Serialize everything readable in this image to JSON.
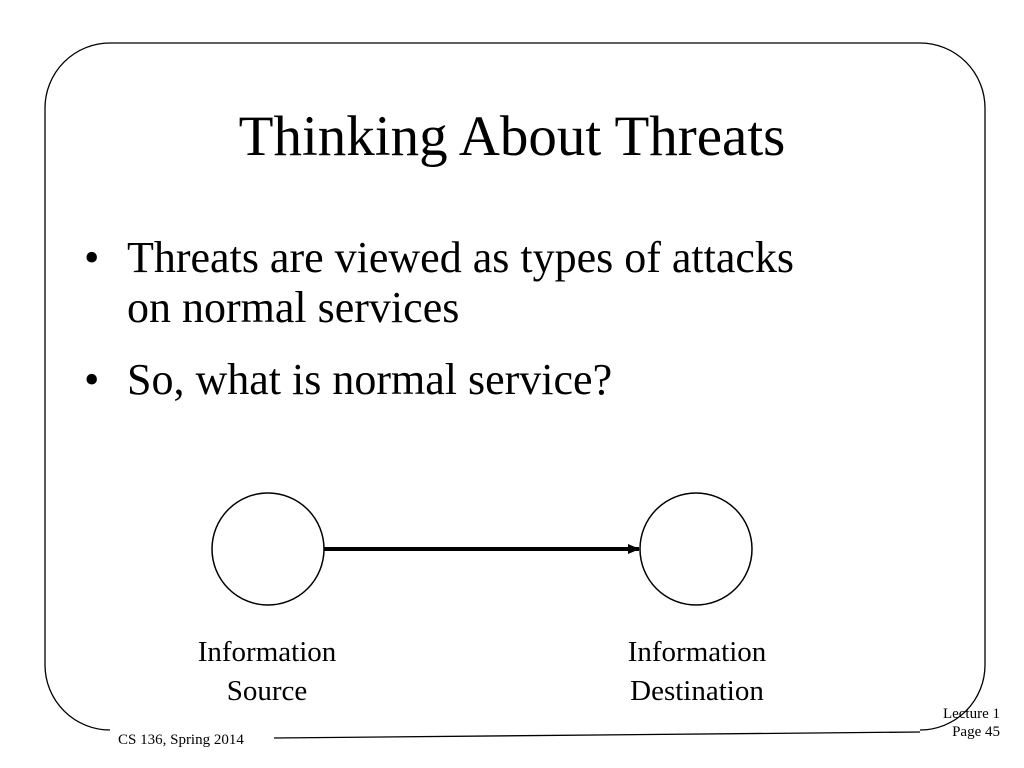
{
  "slide": {
    "title": "Thinking About Threats",
    "bullets": [
      {
        "mark": "•",
        "lines": [
          "Threats are viewed as types of attacks",
          "on normal services"
        ]
      },
      {
        "mark": "•",
        "lines": [
          "So, what is normal service?"
        ]
      }
    ]
  },
  "diagram": {
    "source_label": [
      "Information",
      "Source"
    ],
    "destination_label": [
      "Information",
      "Destination"
    ]
  },
  "footer": {
    "course": "CS 136, Spring 2014",
    "lecture": "Lecture 1",
    "page": "Page 45"
  }
}
